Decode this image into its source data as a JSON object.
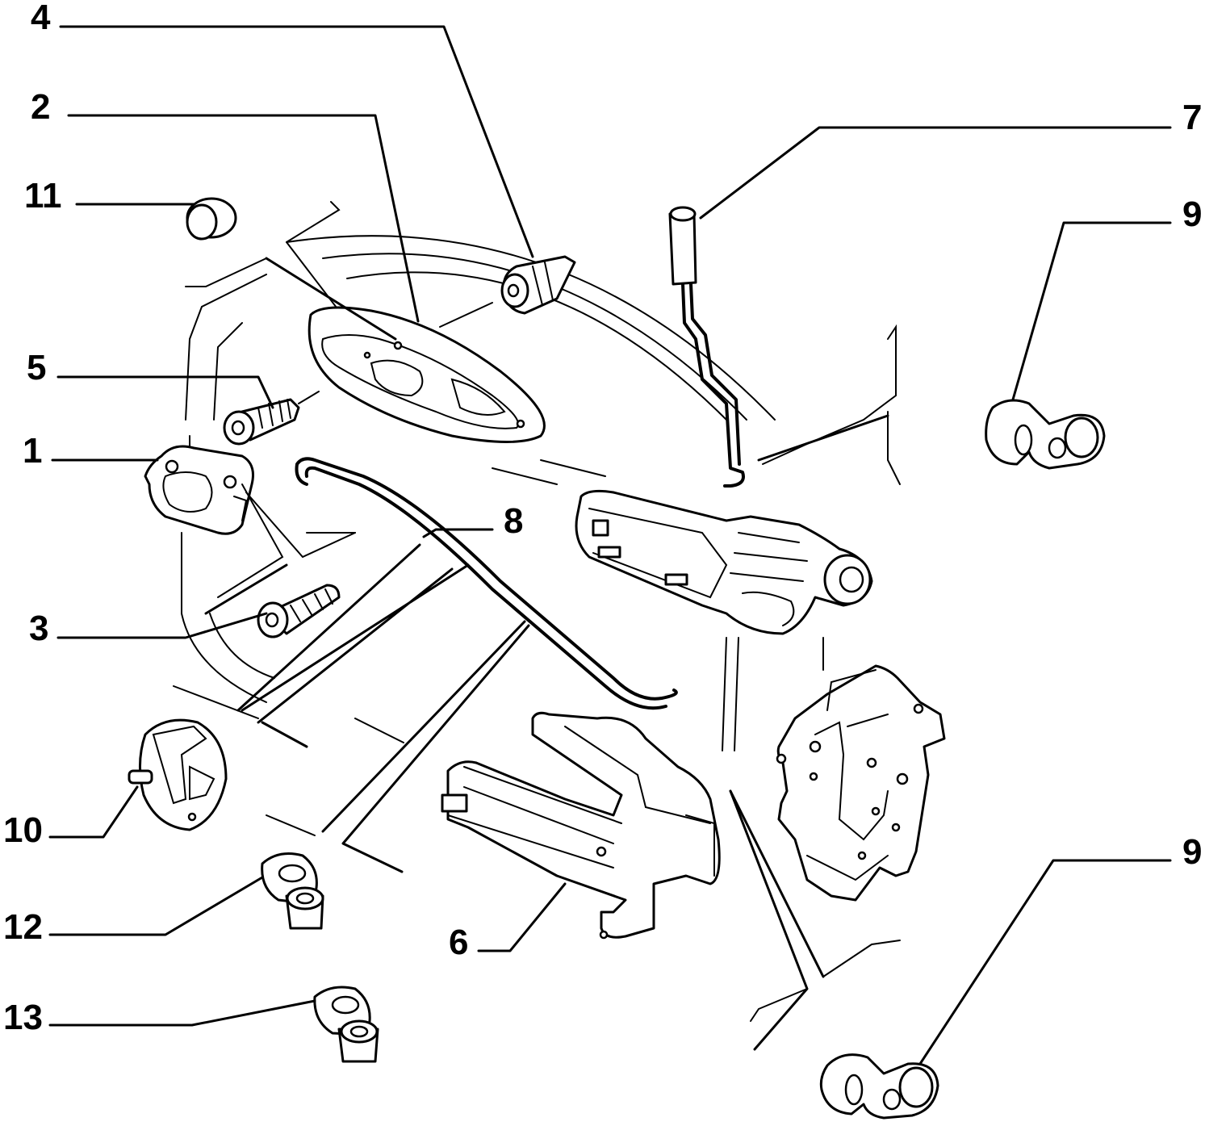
{
  "callouts": {
    "c1": "1",
    "c2": "2",
    "c3": "3",
    "c4": "4",
    "c5": "5",
    "c6": "6",
    "c7": "7",
    "c8": "8",
    "c9_top": "9",
    "c9_bottom": "9",
    "c10": "10",
    "c11": "11",
    "c12": "12",
    "c13": "13"
  },
  "colors": {
    "ink": "#000000",
    "paper": "#ffffff"
  }
}
